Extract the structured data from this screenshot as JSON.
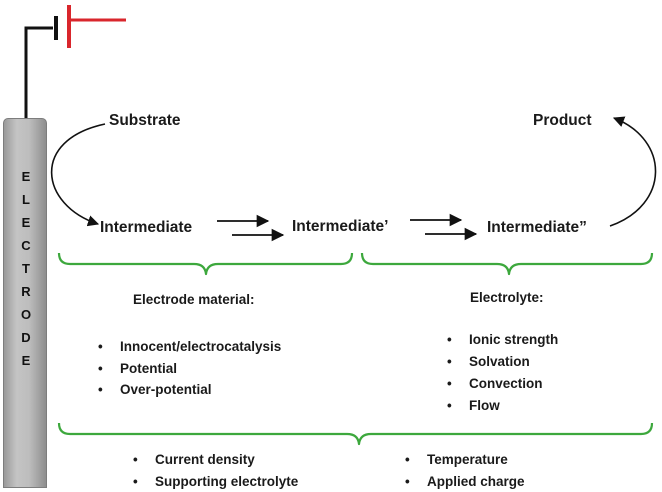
{
  "electrode": {
    "letters": [
      "E",
      "L",
      "E",
      "C",
      "T",
      "R",
      "O",
      "D",
      "E"
    ]
  },
  "nodes": {
    "substrate": "Substrate",
    "product": "Product",
    "intermediate_1": "Intermediate",
    "intermediate_2": "Intermediate’",
    "intermediate_3": "Intermediate”"
  },
  "groups": {
    "electrode_material": {
      "title": "Electrode material:",
      "items": [
        "Innocent/electrocatalysis",
        "Potential",
        "Over-potential"
      ]
    },
    "electrolyte": {
      "title": "Electrolyte:",
      "items": [
        "Ionic strength",
        "Solvation",
        "Convection",
        "Flow"
      ]
    },
    "general": {
      "left": [
        "Current density",
        "Supporting electrolyte"
      ],
      "right": [
        "Temperature",
        "Applied charge"
      ]
    }
  },
  "colors": {
    "bracket": "#3da83d",
    "battery_positive": "#d9262c",
    "battery_negative": "#111111",
    "electrode": "#bdbdbd"
  }
}
